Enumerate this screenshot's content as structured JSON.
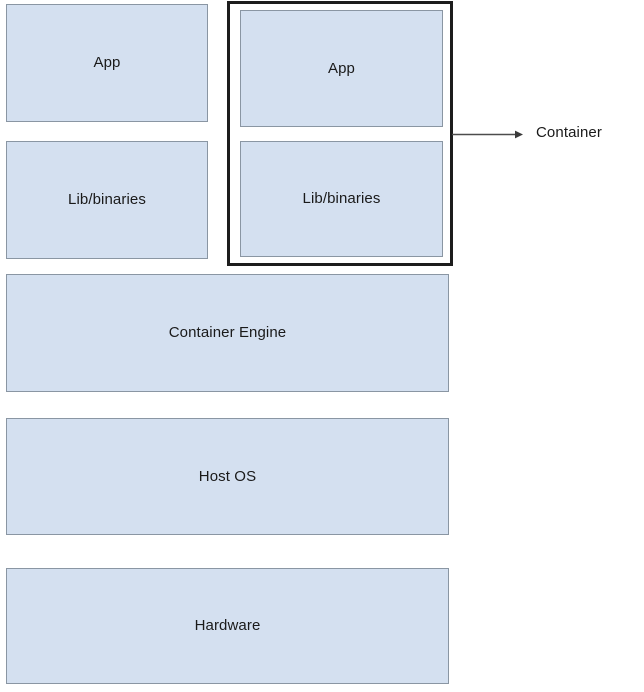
{
  "diagram": {
    "title": "Container architecture stack",
    "background_color": "#ffffff",
    "box_fill_color": "#d4e0f0",
    "box_border_color": "#8a96a3",
    "container_outline_color": "#1d1d1d",
    "text_color": "#1a1a1a"
  },
  "left_stack": {
    "app_label": "App",
    "lib_label": "Lib/binaries"
  },
  "container_group": {
    "app_label": "App",
    "lib_label": "Lib/binaries"
  },
  "base_stack": {
    "engine_label": "Container Engine",
    "host_os_label": "Host OS",
    "hardware_label": "Hardware"
  },
  "callout": {
    "label": "Container",
    "icon": "arrow-right-icon"
  }
}
